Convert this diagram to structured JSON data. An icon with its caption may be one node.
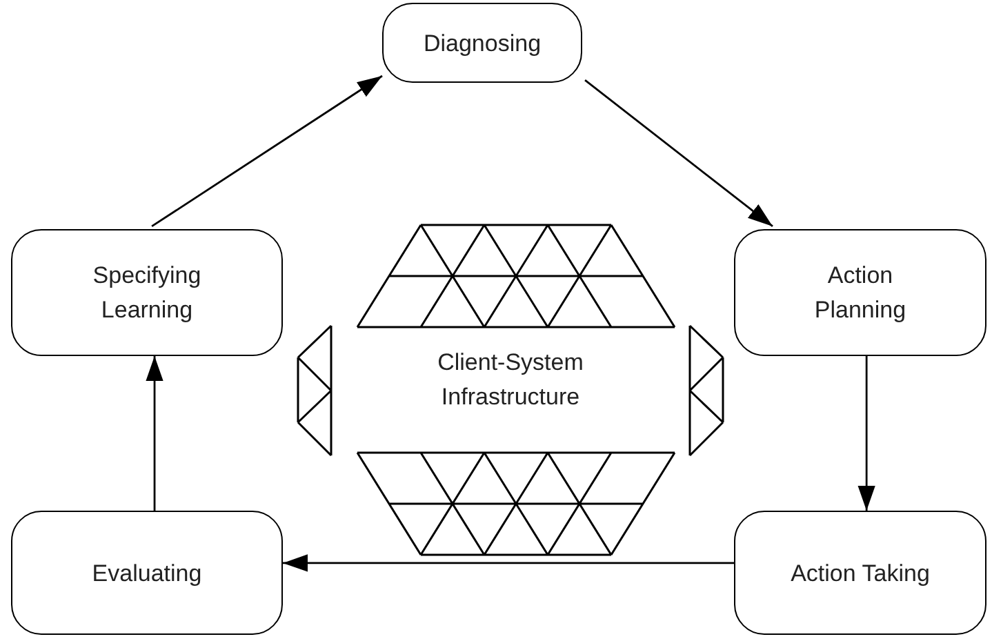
{
  "diagram": {
    "nodes": [
      {
        "text": [
          "Diagnosing"
        ]
      },
      {
        "text": [
          "Action Planning"
        ]
      },
      {
        "text": [
          "Action Taking"
        ]
      },
      {
        "text": [
          "Evaluating"
        ]
      },
      {
        "text": [
          "Specifying Learning"
        ]
      },
      {
        "text": [
          "Client-System Infrastructure"
        ]
      }
    ],
    "edges": [
      {
        "from": 0,
        "to": 1,
        "arrow": "to"
      },
      {
        "from": 1,
        "to": 2,
        "arrow": "to"
      },
      {
        "from": 2,
        "to": 3,
        "arrow": "to"
      },
      {
        "from": 3,
        "to": 4,
        "arrow": "to"
      },
      {
        "from": 4,
        "to": 0,
        "arrow": "to"
      }
    ]
  }
}
